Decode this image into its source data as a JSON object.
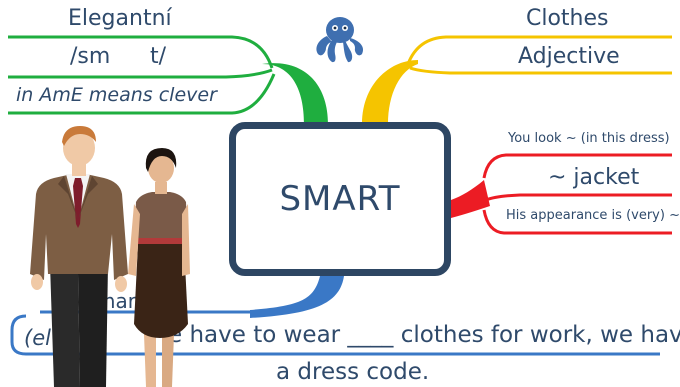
{
  "center": {
    "word": "SMART"
  },
  "left_branch": {
    "word": "Elegantní",
    "pronunciation_start": "/sm",
    "pronunciation_end": "t/",
    "note": "in AmE means clever"
  },
  "right_branch": {
    "word": "Clothes",
    "part_of_speech": "Adjective"
  },
  "red_branch": {
    "example_top": "You look ~ (in this dress)",
    "collocation": "~ jacket",
    "example_bottom": "His appearance is (very) ~"
  },
  "bottom_branch": {
    "label_fragment": "mar",
    "synonym_fragment": "(el     t):",
    "sentence_line1": "e have to wear ____ clothes for work, we have",
    "sentence_line2": "a dress code."
  },
  "colors": {
    "green": "#1fae3f",
    "yellow": "#f5c400",
    "red": "#ec1c24",
    "blue": "#3a78c6",
    "navy": "#2d4663",
    "octopus": "#3f6fb0"
  },
  "icons": [
    "octopus-logo-icon"
  ],
  "illustrations": [
    "man-in-suit-figure",
    "woman-in-dress-figure"
  ]
}
